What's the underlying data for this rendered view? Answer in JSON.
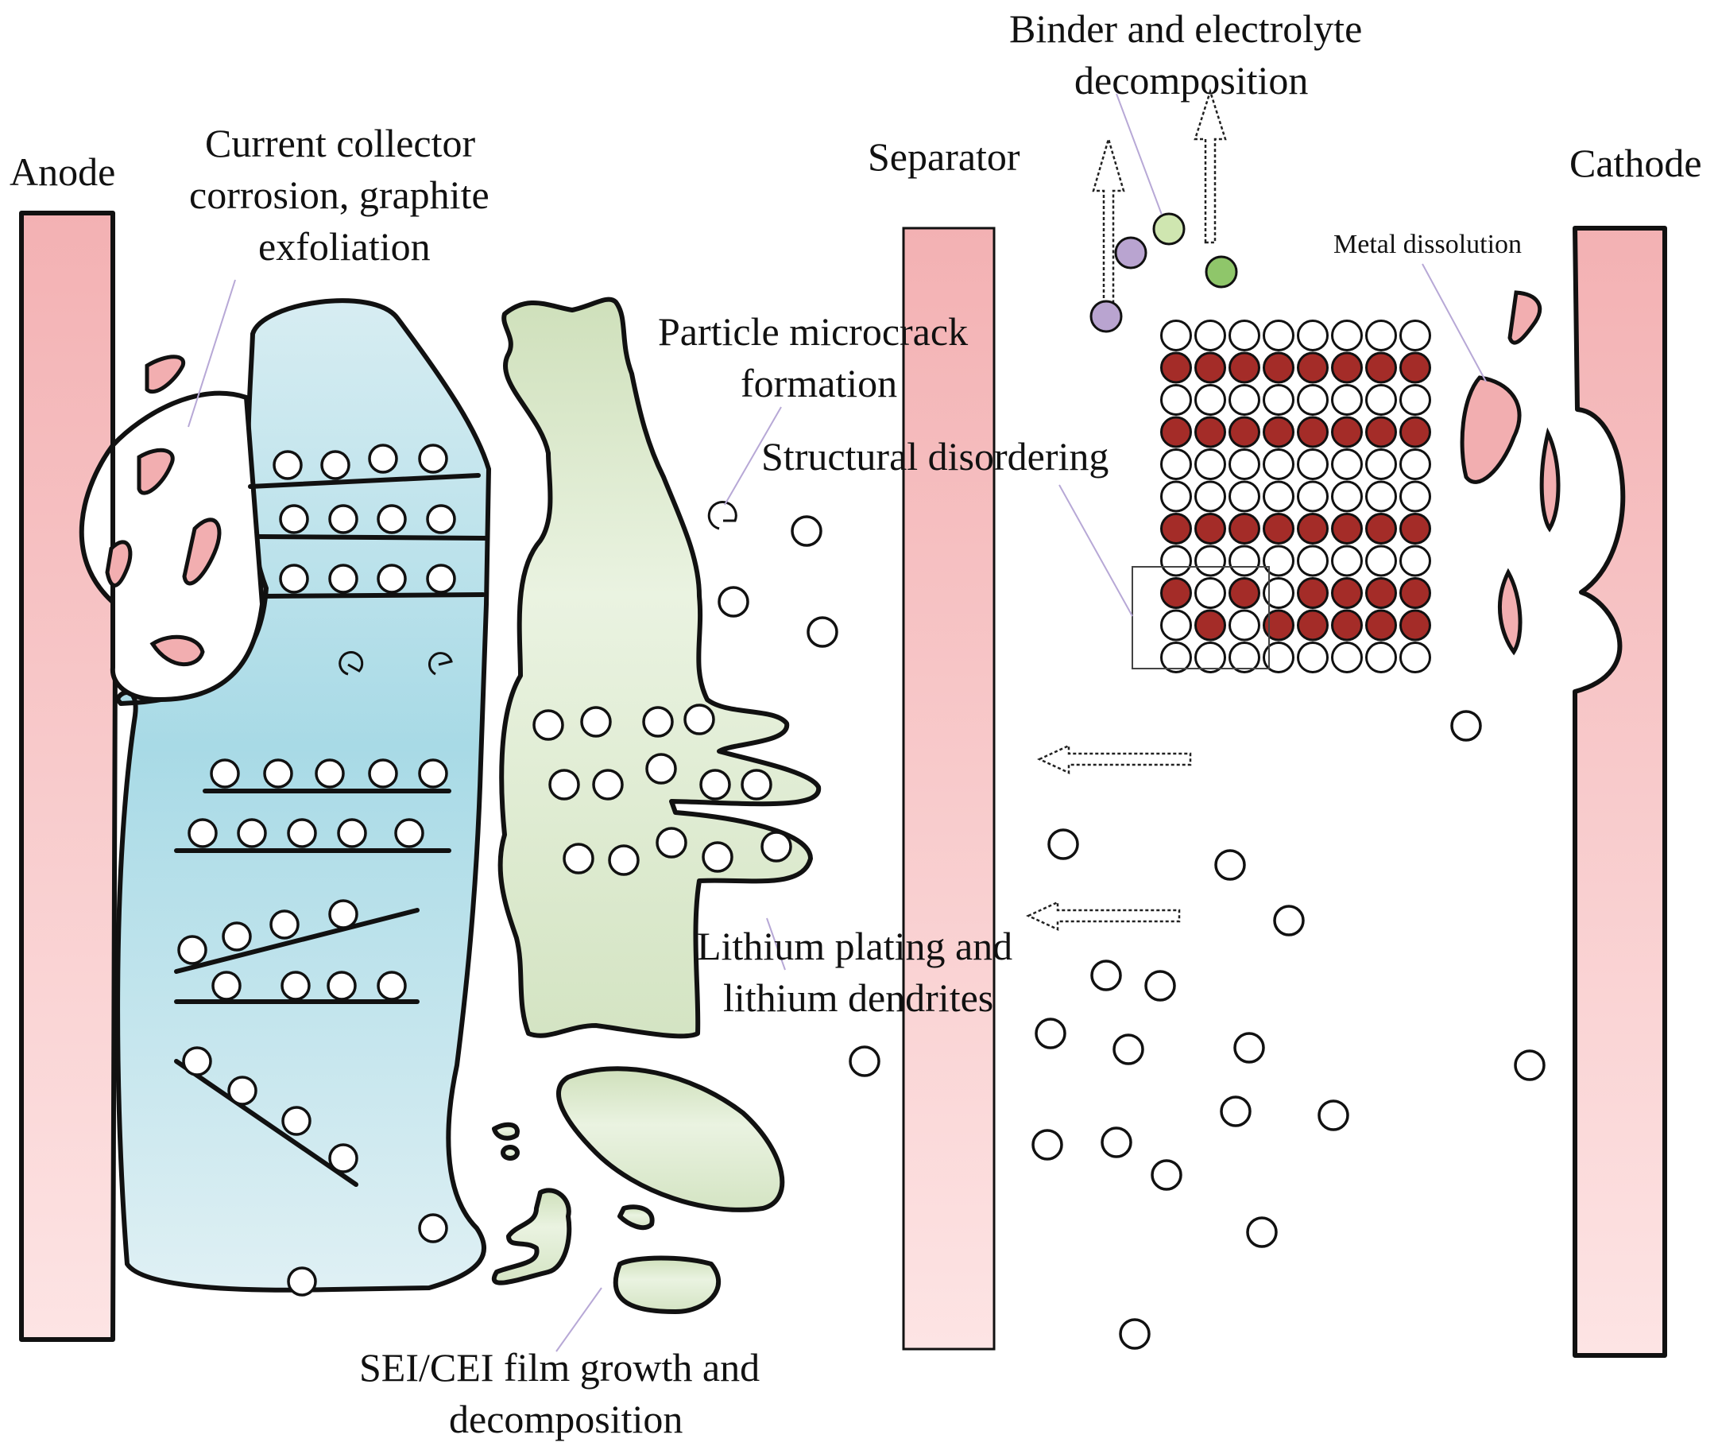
{
  "labels": {
    "anode": "Anode",
    "separator": "Separator",
    "cathode": "Cathode",
    "current_collector": [
      "Current collector",
      "corrosion, graphite",
      "exfoliation"
    ],
    "particle_microcrack": [
      "Particle microcrack",
      "formation"
    ],
    "structural_disordering": "Structural disordering",
    "binder_electrolyte": [
      "Binder and electrolyte",
      "decomposition"
    ],
    "metal_dissolution": "Metal dissolution",
    "lithium_plating": [
      "Lithium plating and",
      "lithium dendrites"
    ],
    "sei_cei": [
      "SEI/CEI film growth and",
      "decomposition"
    ]
  },
  "colors": {
    "electrode": "#f2b3b5",
    "graphite": "#b9dde6",
    "particle": "#dce9cf",
    "metal_ion": "#a42c28",
    "purple_gas": "#b9a4d0",
    "green_gas": "#8fc66a",
    "leader": "#b7a8d6"
  },
  "lattice": {
    "rows": 11,
    "cols": 8,
    "metal_rows": [
      1,
      3,
      6
    ],
    "disordered_rows": {
      "8": [
        0,
        2,
        4,
        5,
        6,
        7
      ],
      "9": [
        1,
        3,
        4,
        5,
        6,
        7
      ]
    }
  }
}
